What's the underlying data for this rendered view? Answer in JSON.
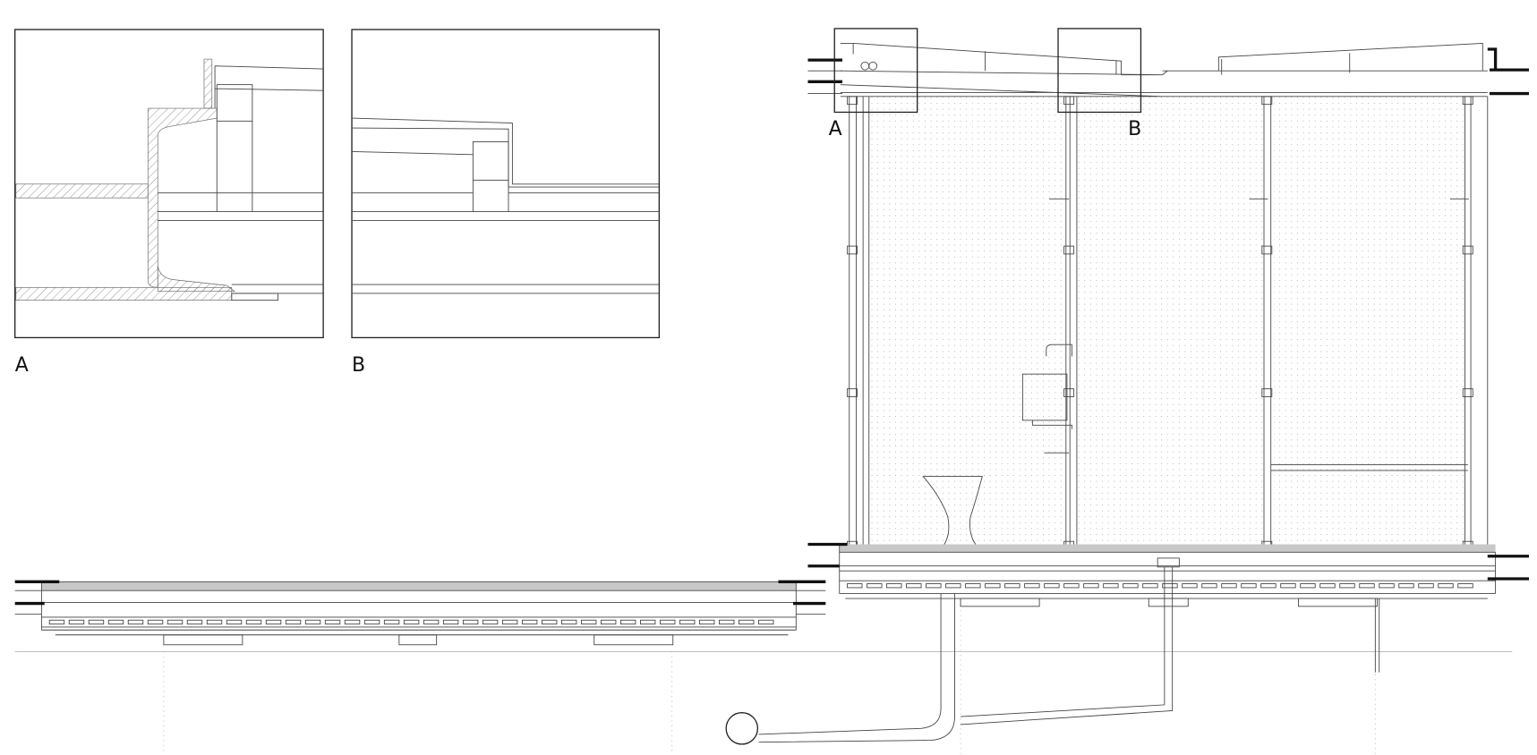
{
  "drawing": {
    "detail_a_label": "A",
    "detail_b_label": "B",
    "section_label_a": "A",
    "section_label_b": "B"
  },
  "colors": {
    "line": "#444444",
    "heavy": "#111111",
    "fill_grey": "#c8c8c8"
  }
}
